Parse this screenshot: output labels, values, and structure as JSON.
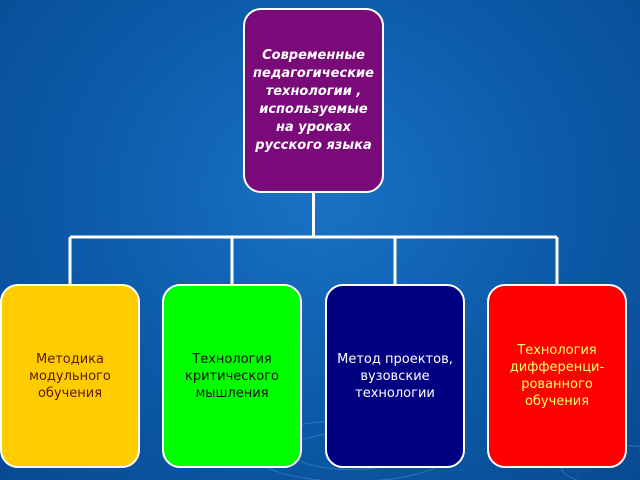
{
  "root": {
    "text": "Современные\nпедагогические\nтехнологии ,\nиспользуемые\nна уроках\nрусского языка",
    "bg": "#7a0a7a",
    "color": "#ffffff"
  },
  "children": [
    {
      "text": "Методика\nмодульного\nобучения",
      "bg": "#ffcc00",
      "color": "#5a1a00"
    },
    {
      "text": "Технология\nкритического\nмышления",
      "bg": "#00ff00",
      "color": "#111111"
    },
    {
      "text": "Метод проектов,\nвузовские\nтехнологии",
      "bg": "#000080",
      "color": "#ffffff"
    },
    {
      "text": "Технология\nдифференци-\nрованного\nобучения",
      "bg": "#ff0000",
      "color": "#ffff66"
    }
  ],
  "colors": {
    "connector": "#ffffff",
    "background": "#0b5aa8"
  }
}
